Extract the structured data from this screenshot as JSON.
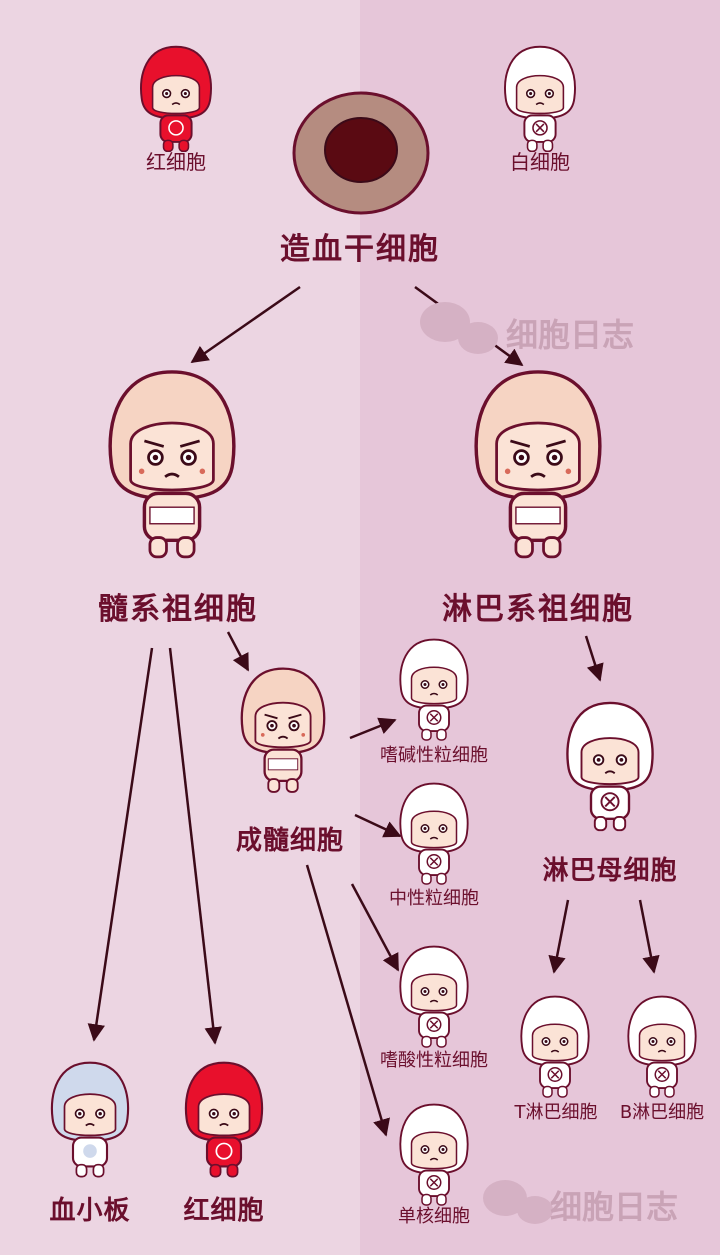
{
  "top": {
    "red_cell": "红细胞",
    "white_cell": "白细胞",
    "stem_cell": "造血干细胞"
  },
  "lineage": {
    "myeloid": "髓系祖细胞",
    "lymphoid": "淋巴系祖细胞",
    "myeloblast": "成髓细胞",
    "lymphoblast": "淋巴母细胞"
  },
  "granulocytes": {
    "basophil": "嗜碱性粒细胞",
    "neutrophil": "中性粒细胞",
    "eosinophil": "嗜酸性粒细胞",
    "monocyte": "单核细胞"
  },
  "bottom": {
    "platelet": "血小板",
    "red_cell": "红细胞",
    "t_cell": "T淋巴细胞",
    "b_cell": "B淋巴细胞"
  },
  "watermark": "细胞日志",
  "colors": {
    "left_bg": "#ecd5e2",
    "right_bg": "#e6c6d9",
    "text": "#6b0f2d",
    "red_cell": "#e8102c",
    "white_cell": "#ffffff",
    "progenitor": "#f6d4c3",
    "platelet": "#cfd9ec",
    "stem_outer": "#b58c80",
    "stem_inner": "#5a0a12"
  }
}
